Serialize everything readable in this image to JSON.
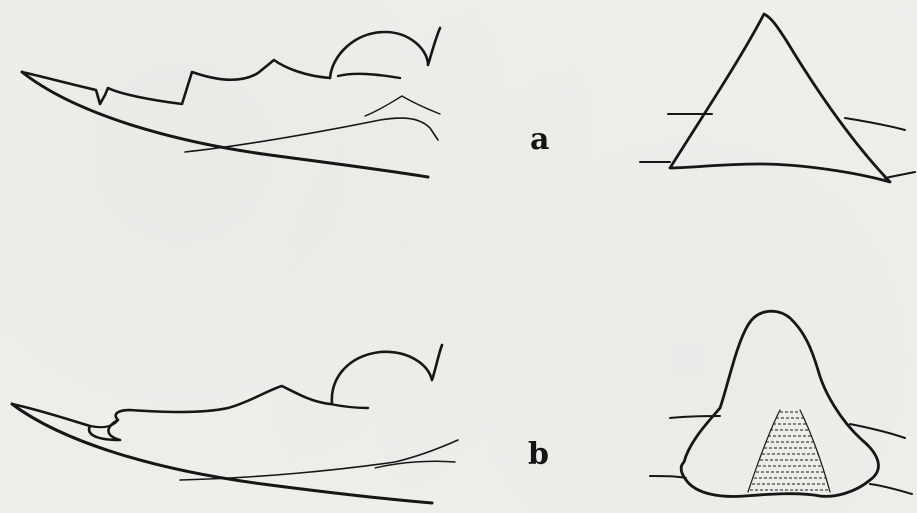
{
  "figures": [
    {
      "id": "a",
      "label": "a"
    },
    {
      "id": "b",
      "label": "b"
    }
  ],
  "colors": {
    "paper": "#efefec",
    "ink": "#161616"
  }
}
